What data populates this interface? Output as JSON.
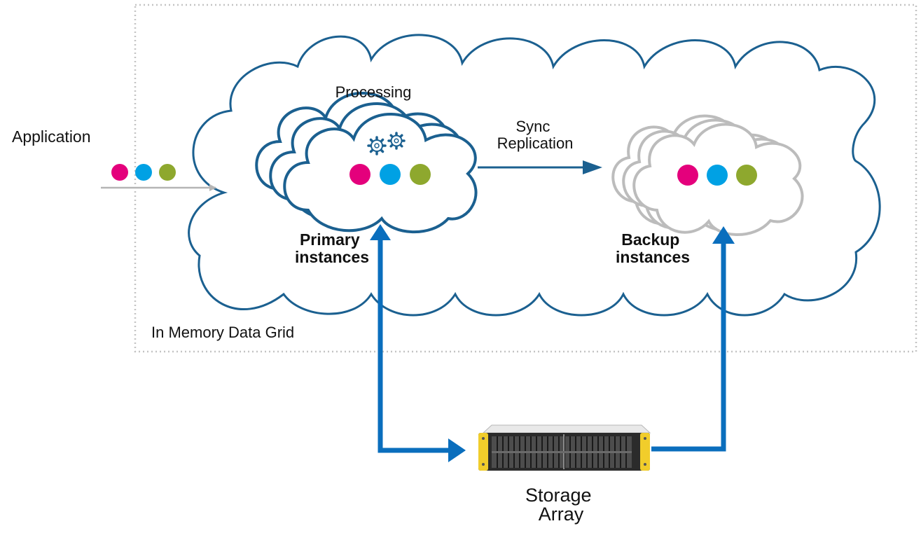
{
  "labels": {
    "application": "Application",
    "processing": "Processing",
    "sync_replication": [
      "Sync",
      "Replication"
    ],
    "primary_instances": [
      "Primary",
      "instances"
    ],
    "backup_instances": [
      "Backup",
      "instances"
    ],
    "grid": "In Memory Data Grid",
    "storage": [
      "Storage",
      "Array"
    ]
  },
  "dot_colors": [
    "#e4007c",
    "#00a1e4",
    "#8ea82e"
  ],
  "colors": {
    "cloud_outline": "#1b6090",
    "backup_outline": "#bcbcbc",
    "link_blue": "#0a6ebd",
    "grid_border": "#c4c4c4",
    "storage_accent": "#f1cd2b"
  },
  "icons": [
    "gear-icon",
    "gear-icon",
    "storage-array-icon"
  ]
}
